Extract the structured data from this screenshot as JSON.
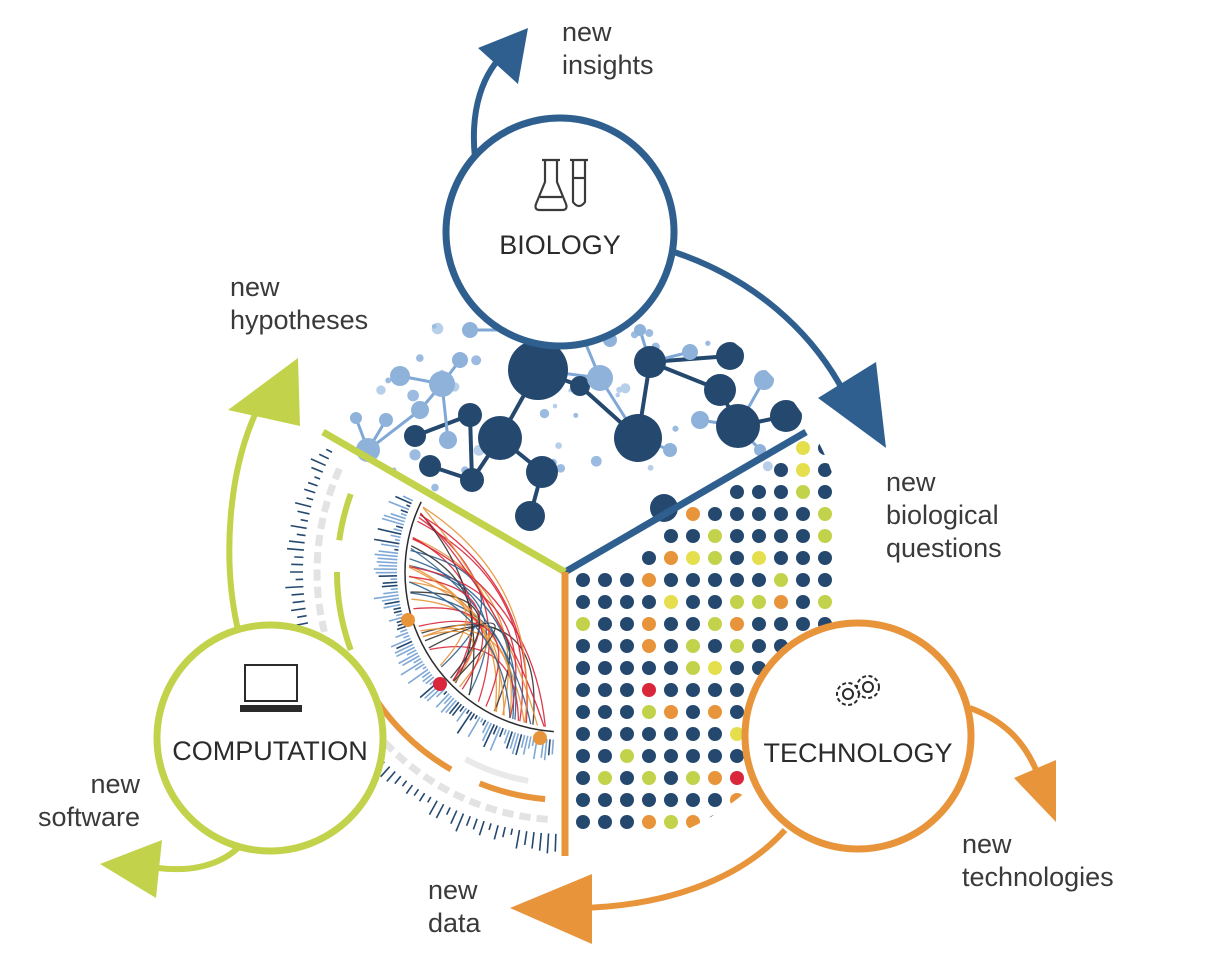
{
  "colors": {
    "biology": "#2f5f8f",
    "biology_light": "#7fa8d6",
    "biology_dark": "#24486e",
    "computation": "#c2d24a",
    "technology": "#e8943a",
    "dot_red": "#d9263a",
    "dot_yellow": "#e5df4d"
  },
  "nodes": {
    "biology": {
      "title": "BIOLOGY",
      "icon": "flask-test-tube-icon"
    },
    "computation": {
      "title": "COMPUTATION",
      "icon": "laptop-icon"
    },
    "technology": {
      "title": "TECHNOLOGY",
      "icon": "gears-icon"
    }
  },
  "outputs": {
    "insights": [
      "new",
      "insights"
    ],
    "biological_questions": [
      "new",
      "biological",
      "questions"
    ],
    "technologies": [
      "new",
      "technologies"
    ],
    "data": [
      "new",
      "data"
    ],
    "software": [
      "new",
      "software"
    ],
    "hypotheses": [
      "new",
      "hypotheses"
    ]
  }
}
